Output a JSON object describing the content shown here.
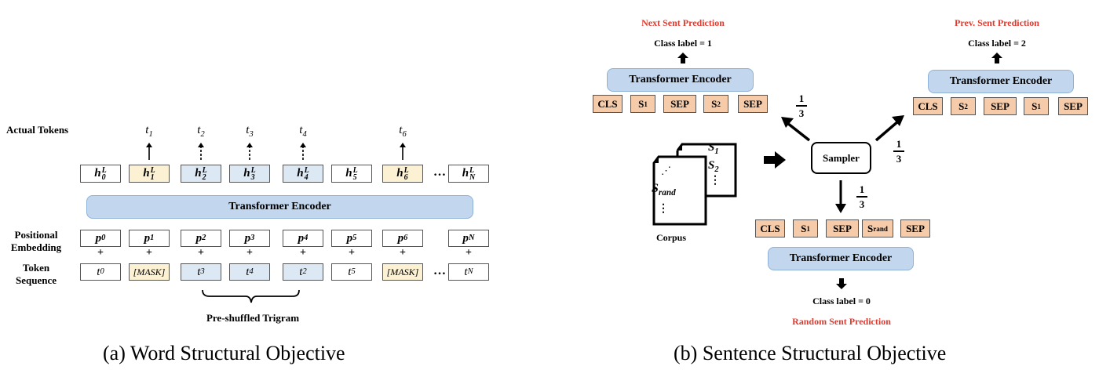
{
  "panel_a": {
    "caption": "(a) Word Structural Objective",
    "row_labels": {
      "actual_tokens": "Actual Tokens",
      "positional_line1": "Positional",
      "positional_line2": "Embedding",
      "token_line1": "Token",
      "token_line2": "Sequence"
    },
    "actual_tokens": [
      {
        "base": "t",
        "sub": "1",
        "arrow": "solid"
      },
      {
        "base": "t",
        "sub": "2",
        "arrow": "dashed"
      },
      {
        "base": "t",
        "sub": "3",
        "arrow": "dashed"
      },
      {
        "base": "t",
        "sub": "4",
        "arrow": "dashed"
      },
      {
        "base": "t",
        "sub": "6",
        "arrow": "solid"
      }
    ],
    "hidden_states": [
      {
        "base": "h",
        "sup": "L",
        "sub": "0",
        "color": "white"
      },
      {
        "base": "h",
        "sup": "L",
        "sub": "1",
        "color": "yellow"
      },
      {
        "base": "h",
        "sup": "L",
        "sub": "2",
        "color": "blue"
      },
      {
        "base": "h",
        "sup": "L",
        "sub": "3",
        "color": "blue"
      },
      {
        "base": "h",
        "sup": "L",
        "sub": "4",
        "color": "blue"
      },
      {
        "base": "h",
        "sup": "L",
        "sub": "5",
        "color": "white"
      },
      {
        "base": "h",
        "sup": "L",
        "sub": "6",
        "color": "yellow"
      },
      {
        "base": "h",
        "sup": "L",
        "sub": "N",
        "color": "white"
      }
    ],
    "encoder_label": "Transformer Encoder",
    "positional": [
      {
        "base": "p",
        "sub": "0"
      },
      {
        "base": "p",
        "sub": "1"
      },
      {
        "base": "p",
        "sub": "2"
      },
      {
        "base": "p",
        "sub": "3"
      },
      {
        "base": "p",
        "sub": "4"
      },
      {
        "base": "p",
        "sub": "5"
      },
      {
        "base": "p",
        "sub": "6"
      },
      {
        "base": "p",
        "sub": "N"
      }
    ],
    "plus_sign": "+",
    "ellipsis": "…",
    "tokens": [
      {
        "text": "t",
        "sub": "0",
        "color": "white"
      },
      {
        "text": "[MASK]",
        "sub": "",
        "color": "yellow"
      },
      {
        "text": "t",
        "sub": "3",
        "color": "blue"
      },
      {
        "text": "t",
        "sub": "4",
        "color": "blue"
      },
      {
        "text": "t",
        "sub": "2",
        "color": "blue"
      },
      {
        "text": "t",
        "sub": "5",
        "color": "white"
      },
      {
        "text": "[MASK]",
        "sub": "",
        "color": "yellow"
      },
      {
        "text": "t",
        "sub": "N",
        "color": "white"
      }
    ],
    "brace_label": "Pre-shuffled Trigram"
  },
  "panel_b": {
    "caption": "(b) Sentence Structural Objective",
    "next": {
      "title": "Next Sent Prediction",
      "class_label": "Class label = 1",
      "encoder_label": "Transformer Encoder",
      "segments": [
        {
          "base": "CLS",
          "sub": ""
        },
        {
          "base": "S",
          "sub": "1"
        },
        {
          "base": "SEP",
          "sub": ""
        },
        {
          "base": "S",
          "sub": "2"
        },
        {
          "base": "SEP",
          "sub": ""
        }
      ]
    },
    "prev": {
      "title": "Prev. Sent Prediction",
      "class_label": "Class label = 2",
      "encoder_label": "Transformer Encoder",
      "segments": [
        {
          "base": "CLS",
          "sub": ""
        },
        {
          "base": "S",
          "sub": "2"
        },
        {
          "base": "SEP",
          "sub": ""
        },
        {
          "base": "S",
          "sub": "1"
        },
        {
          "base": "SEP",
          "sub": ""
        }
      ]
    },
    "random": {
      "title": "Random Sent Prediction",
      "class_label": "Class label = 0",
      "encoder_label": "Transformer Encoder",
      "segments": [
        {
          "base": "CLS",
          "sub": ""
        },
        {
          "base": "S",
          "sub": "1"
        },
        {
          "base": "SEP",
          "sub": ""
        },
        {
          "base": "S",
          "sub": "rand"
        },
        {
          "base": "SEP",
          "sub": ""
        }
      ]
    },
    "sampler_label": "Sampler",
    "probability": {
      "num": "1",
      "den": "3"
    },
    "corpus": {
      "label": "Corpus",
      "doc_back": [
        {
          "base": "S",
          "sub": "1"
        },
        {
          "base": "S",
          "sub": "2"
        }
      ],
      "doc_front": {
        "base": "S",
        "sub": "rand"
      },
      "vdots": "⋮",
      "diag_dots": "⋰"
    }
  }
}
